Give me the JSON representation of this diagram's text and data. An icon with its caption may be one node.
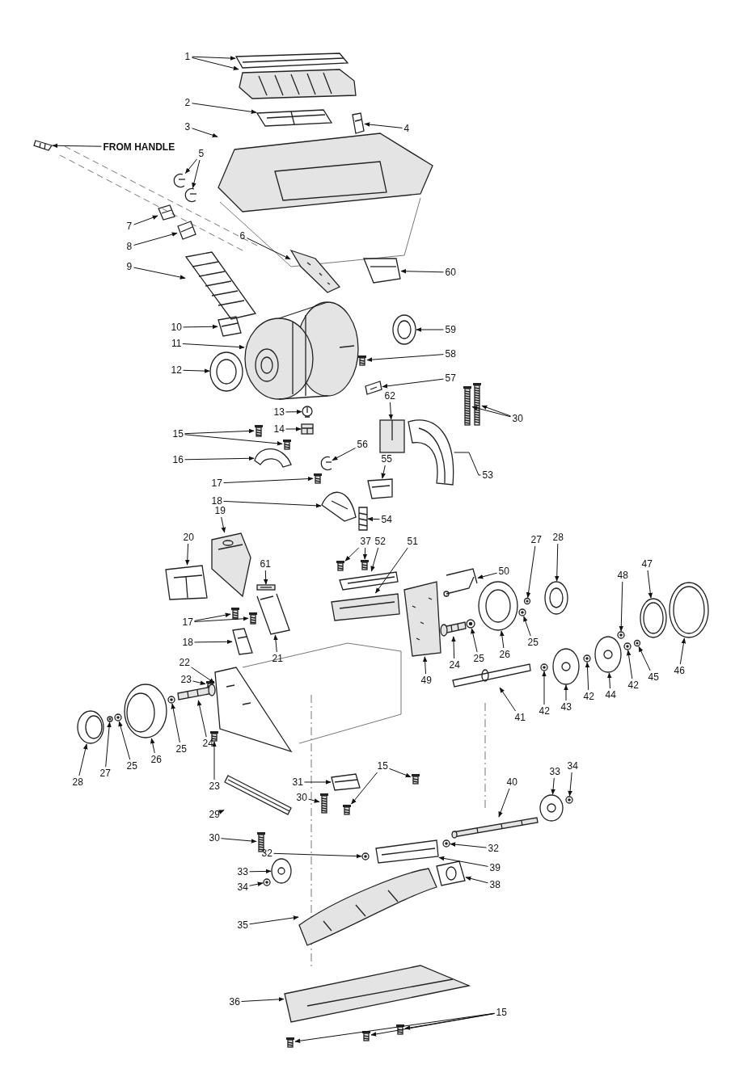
{
  "diagram": {
    "nodes": [
      {
        "text": [
          "1"
        ]
      },
      {
        "text": [
          "2"
        ]
      },
      {
        "text": [
          "3"
        ]
      },
      {
        "text": [
          "FROM HANDLE"
        ]
      },
      {
        "text": [
          "4"
        ]
      },
      {
        "text": [
          "5"
        ]
      },
      {
        "text": [
          "7"
        ]
      },
      {
        "text": [
          "6"
        ]
      },
      {
        "text": [
          "8"
        ]
      },
      {
        "text": [
          "60"
        ]
      },
      {
        "text": [
          "9"
        ]
      },
      {
        "text": [
          "10"
        ]
      },
      {
        "text": [
          "59"
        ]
      },
      {
        "text": [
          "11"
        ]
      },
      {
        "text": [
          "58"
        ]
      },
      {
        "text": [
          "12"
        ]
      },
      {
        "text": [
          "57"
        ]
      },
      {
        "text": [
          "62"
        ]
      },
      {
        "text": [
          "30"
        ]
      },
      {
        "text": [
          "13"
        ]
      },
      {
        "text": [
          "14"
        ]
      },
      {
        "text": [
          "15"
        ]
      },
      {
        "text": [
          "56"
        ]
      },
      {
        "text": [
          "16"
        ]
      },
      {
        "text": [
          "55"
        ]
      },
      {
        "text": [
          "53"
        ]
      },
      {
        "text": [
          "17"
        ]
      },
      {
        "text": [
          "18"
        ]
      },
      {
        "text": [
          "54"
        ]
      },
      {
        "text": [
          "19"
        ]
      },
      {
        "text": [
          "20"
        ]
      },
      {
        "text": [
          "27"
        ]
      },
      {
        "text": [
          "28"
        ]
      },
      {
        "text": [
          "47"
        ]
      },
      {
        "text": [
          "37"
        ]
      },
      {
        "text": [
          "52"
        ]
      },
      {
        "text": [
          "51"
        ]
      },
      {
        "text": [
          "48"
        ]
      },
      {
        "text": [
          "50"
        ]
      },
      {
        "text": [
          "61"
        ]
      },
      {
        "text": [
          "17"
        ]
      },
      {
        "text": [
          "18"
        ]
      },
      {
        "text": [
          "21"
        ]
      },
      {
        "text": [
          "49"
        ]
      },
      {
        "text": [
          "24"
        ]
      },
      {
        "text": [
          "25"
        ]
      },
      {
        "text": [
          "26"
        ]
      },
      {
        "text": [
          "25"
        ]
      },
      {
        "text": [
          "22"
        ]
      },
      {
        "text": [
          "23"
        ]
      },
      {
        "text": [
          "41"
        ]
      },
      {
        "text": [
          "42"
        ]
      },
      {
        "text": [
          "43"
        ]
      },
      {
        "text": [
          "42"
        ]
      },
      {
        "text": [
          "44"
        ]
      },
      {
        "text": [
          "42"
        ]
      },
      {
        "text": [
          "45"
        ]
      },
      {
        "text": [
          "46"
        ]
      },
      {
        "text": [
          "24"
        ]
      },
      {
        "text": [
          "25"
        ]
      },
      {
        "text": [
          "26"
        ]
      },
      {
        "text": [
          "25"
        ]
      },
      {
        "text": [
          "27"
        ]
      },
      {
        "text": [
          "28"
        ]
      },
      {
        "text": [
          "23"
        ]
      },
      {
        "text": [
          "15"
        ]
      },
      {
        "text": [
          "31"
        ]
      },
      {
        "text": [
          "30"
        ]
      },
      {
        "text": [
          "33"
        ]
      },
      {
        "text": [
          "34"
        ]
      },
      {
        "text": [
          "40"
        ]
      },
      {
        "text": [
          "29"
        ]
      },
      {
        "text": [
          "30"
        ]
      },
      {
        "text": [
          "32"
        ]
      },
      {
        "text": [
          "32"
        ]
      },
      {
        "text": [
          "39"
        ]
      },
      {
        "text": [
          "33"
        ]
      },
      {
        "text": [
          "38"
        ]
      },
      {
        "text": [
          "34"
        ]
      },
      {
        "text": [
          "35"
        ]
      },
      {
        "text": [
          "36"
        ]
      },
      {
        "text": [
          "15"
        ]
      },
      {
        "text": [],
        "shape": "picture"
      },
      {
        "text": [],
        "shape": "picture"
      },
      {
        "text": [],
        "shape": "picture"
      },
      {
        "text": [],
        "shape": "picture"
      },
      {
        "text": [],
        "shape": "picture"
      },
      {
        "text": [],
        "shape": "picture"
      },
      {
        "text": [],
        "shape": "picture"
      },
      {
        "text": [],
        "shape": "picture"
      },
      {
        "text": [],
        "shape": "picture"
      },
      {
        "text": [],
        "shape": "picture"
      },
      {
        "text": [],
        "shape": "picture"
      },
      {
        "text": [],
        "shape": "picture"
      },
      {
        "text": [],
        "shape": "picture"
      },
      {
        "text": [],
        "shape": "picture"
      },
      {
        "text": [],
        "shape": "picture"
      },
      {
        "text": [],
        "shape": "picture"
      },
      {
        "text": [],
        "shape": "picture"
      },
      {
        "text": [],
        "shape": "picture"
      },
      {
        "text": [],
        "shape": "picture"
      },
      {
        "text": [],
        "shape": "picture"
      },
      {
        "text": [],
        "shape": "picture"
      },
      {
        "text": [],
        "shape": "picture"
      },
      {
        "text": [],
        "shape": "picture"
      },
      {
        "text": [],
        "shape": "picture"
      },
      {
        "text": [],
        "shape": "picture"
      },
      {
        "text": [],
        "shape": "picture"
      },
      {
        "text": [],
        "shape": "picture"
      },
      {
        "text": [],
        "shape": "picture"
      },
      {
        "text": [],
        "shape": "picture"
      },
      {
        "text": [],
        "shape": "picture"
      },
      {
        "text": [],
        "shape": "picture"
      },
      {
        "text": [],
        "shape": "picture"
      },
      {
        "text": [],
        "shape": "picture"
      },
      {
        "text": [],
        "shape": "picture"
      },
      {
        "text": [],
        "shape": "picture"
      },
      {
        "text": [],
        "shape": "picture"
      },
      {
        "text": [],
        "shape": "picture"
      },
      {
        "text": [],
        "shape": "picture"
      },
      {
        "text": [],
        "shape": "picture"
      },
      {
        "text": [],
        "shape": "picture"
      },
      {
        "text": [],
        "shape": "picture"
      },
      {
        "text": [],
        "shape": "picture"
      },
      {
        "text": [],
        "shape": "picture"
      },
      {
        "text": [],
        "shape": "picture"
      },
      {
        "text": [],
        "shape": "picture"
      },
      {
        "text": [],
        "shape": "picture"
      },
      {
        "text": [],
        "shape": "picture"
      },
      {
        "text": [],
        "shape": "picture"
      },
      {
        "text": [],
        "shape": "picture"
      },
      {
        "text": [],
        "shape": "picture"
      },
      {
        "text": [],
        "shape": "picture"
      },
      {
        "text": [],
        "shape": "picture"
      },
      {
        "text": [],
        "shape": "picture"
      },
      {
        "text": [],
        "shape": "picture"
      },
      {
        "text": [],
        "shape": "picture"
      },
      {
        "text": [],
        "shape": "picture"
      },
      {
        "text": [],
        "shape": "picture"
      },
      {
        "text": [],
        "shape": "picture"
      },
      {
        "text": [],
        "shape": "picture"
      },
      {
        "text": [],
        "shape": "picture"
      },
      {
        "text": [],
        "shape": "picture"
      },
      {
        "text": [],
        "shape": "picture"
      },
      {
        "text": [],
        "shape": "picture"
      },
      {
        "text": [],
        "shape": "picture"
      },
      {
        "text": [],
        "shape": "picture"
      },
      {
        "text": [],
        "shape": "picture"
      },
      {
        "text": [],
        "shape": "picture"
      },
      {
        "text": [],
        "shape": "picture"
      },
      {
        "text": [],
        "shape": "picture"
      },
      {
        "text": [],
        "shape": "picture"
      },
      {
        "text": [],
        "shape": "picture"
      },
      {
        "text": [],
        "shape": "picture"
      },
      {
        "text": [],
        "shape": "picture"
      },
      {
        "text": [],
        "shape": "picture"
      },
      {
        "text": [],
        "shape": "picture"
      },
      {
        "text": [],
        "shape": "picture"
      },
      {
        "text": [],
        "shape": "picture"
      },
      {
        "text": [],
        "shape": "picture"
      },
      {
        "text": [],
        "shape": "picture"
      },
      {
        "text": [],
        "shape": "picture"
      },
      {
        "text": [],
        "shape": "picture"
      },
      {
        "text": [],
        "shape": "picture"
      },
      {
        "text": [],
        "shape": "picture"
      },
      {
        "text": [],
        "shape": "picture"
      },
      {
        "text": [],
        "shape": "picture"
      },
      {
        "text": [],
        "shape": "picture"
      },
      {
        "text": [],
        "shape": "picture"
      },
      {
        "text": [],
        "shape": "picture"
      },
      {
        "text": [],
        "shape": "picture"
      },
      {
        "text": [],
        "shape": "picture"
      },
      {
        "text": [],
        "shape": "picture"
      }
    ],
    "edges": [
      {
        "from": 0,
        "to": 82,
        "arrow": "to"
      },
      {
        "from": 0,
        "to": 83,
        "arrow": "to"
      },
      {
        "from": 1,
        "to": 84,
        "arrow": "to"
      },
      {
        "from": 2,
        "to": 85,
        "arrow": "to"
      },
      {
        "from": 3,
        "to": 86,
        "arrow": "to"
      },
      {
        "from": 4,
        "to": 87,
        "arrow": "to"
      },
      {
        "from": 5,
        "to": 88,
        "arrow": "to"
      },
      {
        "from": 5,
        "to": 89,
        "arrow": "to"
      },
      {
        "from": 6,
        "to": 90,
        "arrow": "to"
      },
      {
        "from": 7,
        "to": 91,
        "arrow": "to"
      },
      {
        "from": 8,
        "to": 92,
        "arrow": "to"
      },
      {
        "from": 9,
        "to": 93,
        "arrow": "to"
      },
      {
        "from": 10,
        "to": 94,
        "arrow": "to"
      },
      {
        "from": 11,
        "to": 95,
        "arrow": "to"
      },
      {
        "from": 12,
        "to": 96,
        "arrow": "to"
      },
      {
        "from": 13,
        "to": 97,
        "arrow": "to"
      },
      {
        "from": 14,
        "to": 98,
        "arrow": "to"
      },
      {
        "from": 15,
        "to": 99,
        "arrow": "to"
      },
      {
        "from": 16,
        "to": 100,
        "arrow": "to"
      },
      {
        "from": 17,
        "to": 101,
        "arrow": "to"
      },
      {
        "from": 18,
        "to": 102,
        "arrow": "to"
      },
      {
        "from": 18,
        "to": 103,
        "arrow": "to"
      },
      {
        "from": 19,
        "to": 104,
        "arrow": "to"
      },
      {
        "from": 20,
        "to": 105,
        "arrow": "to"
      },
      {
        "from": 21,
        "to": 106,
        "arrow": "to"
      },
      {
        "from": 21,
        "to": 107,
        "arrow": "to"
      },
      {
        "from": 22,
        "to": 108,
        "arrow": "to"
      },
      {
        "from": 23,
        "to": 109,
        "arrow": "to"
      },
      {
        "from": 24,
        "to": 110,
        "arrow": "to"
      },
      {
        "from": 25,
        "to": 111,
        "arrow": "none"
      },
      {
        "from": 26,
        "to": 112,
        "arrow": "to"
      },
      {
        "from": 27,
        "to": 113,
        "arrow": "to"
      },
      {
        "from": 28,
        "to": 114,
        "arrow": "to"
      },
      {
        "from": 29,
        "to": 115,
        "arrow": "to"
      },
      {
        "from": 30,
        "to": 116,
        "arrow": "to"
      },
      {
        "from": 31,
        "to": 117,
        "arrow": "to"
      },
      {
        "from": 32,
        "to": 118,
        "arrow": "to"
      },
      {
        "from": 33,
        "to": 119,
        "arrow": "to"
      },
      {
        "from": 34,
        "to": 120,
        "arrow": "to"
      },
      {
        "from": 34,
        "to": 121,
        "arrow": "to"
      },
      {
        "from": 35,
        "to": 122,
        "arrow": "to"
      },
      {
        "from": 36,
        "to": 123,
        "arrow": "to"
      },
      {
        "from": 37,
        "to": 124,
        "arrow": "to"
      },
      {
        "from": 38,
        "to": 125,
        "arrow": "to"
      },
      {
        "from": 39,
        "to": 126,
        "arrow": "to"
      },
      {
        "from": 40,
        "to": 127,
        "arrow": "to"
      },
      {
        "from": 40,
        "to": 128,
        "arrow": "to"
      },
      {
        "from": 41,
        "to": 129,
        "arrow": "to"
      },
      {
        "from": 42,
        "to": 130,
        "arrow": "to"
      },
      {
        "from": 43,
        "to": 131,
        "arrow": "to"
      },
      {
        "from": 44,
        "to": 132,
        "arrow": "to"
      },
      {
        "from": 45,
        "to": 133,
        "arrow": "to"
      },
      {
        "from": 46,
        "to": 134,
        "arrow": "to"
      },
      {
        "from": 47,
        "to": 135,
        "arrow": "to"
      },
      {
        "from": 48,
        "to": 136,
        "arrow": "to"
      },
      {
        "from": 49,
        "to": 137,
        "arrow": "to"
      },
      {
        "from": 50,
        "to": 138,
        "arrow": "to"
      },
      {
        "from": 51,
        "to": 139,
        "arrow": "to"
      },
      {
        "from": 52,
        "to": 140,
        "arrow": "to"
      },
      {
        "from": 53,
        "to": 141,
        "arrow": "to"
      },
      {
        "from": 54,
        "to": 142,
        "arrow": "to"
      },
      {
        "from": 55,
        "to": 143,
        "arrow": "to"
      },
      {
        "from": 56,
        "to": 144,
        "arrow": "to"
      },
      {
        "from": 57,
        "to": 145,
        "arrow": "to"
      },
      {
        "from": 58,
        "to": 146,
        "arrow": "to"
      },
      {
        "from": 59,
        "to": 147,
        "arrow": "to"
      },
      {
        "from": 60,
        "to": 148,
        "arrow": "to"
      },
      {
        "from": 61,
        "to": 149,
        "arrow": "to"
      },
      {
        "from": 62,
        "to": 150,
        "arrow": "to"
      },
      {
        "from": 63,
        "to": 151,
        "arrow": "to"
      },
      {
        "from": 64,
        "to": 152,
        "arrow": "to"
      },
      {
        "from": 65,
        "to": 153,
        "arrow": "to"
      },
      {
        "from": 65,
        "to": 154,
        "arrow": "to"
      },
      {
        "from": 66,
        "to": 155,
        "arrow": "to"
      },
      {
        "from": 67,
        "to": 156,
        "arrow": "to"
      },
      {
        "from": 68,
        "to": 157,
        "arrow": "to"
      },
      {
        "from": 69,
        "to": 158,
        "arrow": "to"
      },
      {
        "from": 70,
        "to": 159,
        "arrow": "to"
      },
      {
        "from": 71,
        "to": 160,
        "arrow": "to"
      },
      {
        "from": 72,
        "to": 161,
        "arrow": "to"
      },
      {
        "from": 73,
        "to": 162,
        "arrow": "to"
      },
      {
        "from": 74,
        "to": 163,
        "arrow": "to"
      },
      {
        "from": 75,
        "to": 164,
        "arrow": "to"
      },
      {
        "from": 76,
        "to": 165,
        "arrow": "to"
      },
      {
        "from": 77,
        "to": 166,
        "arrow": "to"
      },
      {
        "from": 78,
        "to": 167,
        "arrow": "to"
      },
      {
        "from": 79,
        "to": 168,
        "arrow": "to"
      },
      {
        "from": 80,
        "to": 169,
        "arrow": "to"
      },
      {
        "from": 81,
        "to": 170,
        "arrow": "to"
      },
      {
        "from": 81,
        "to": 171,
        "arrow": "to"
      },
      {
        "from": 81,
        "to": 172,
        "arrow": "to"
      }
    ]
  }
}
